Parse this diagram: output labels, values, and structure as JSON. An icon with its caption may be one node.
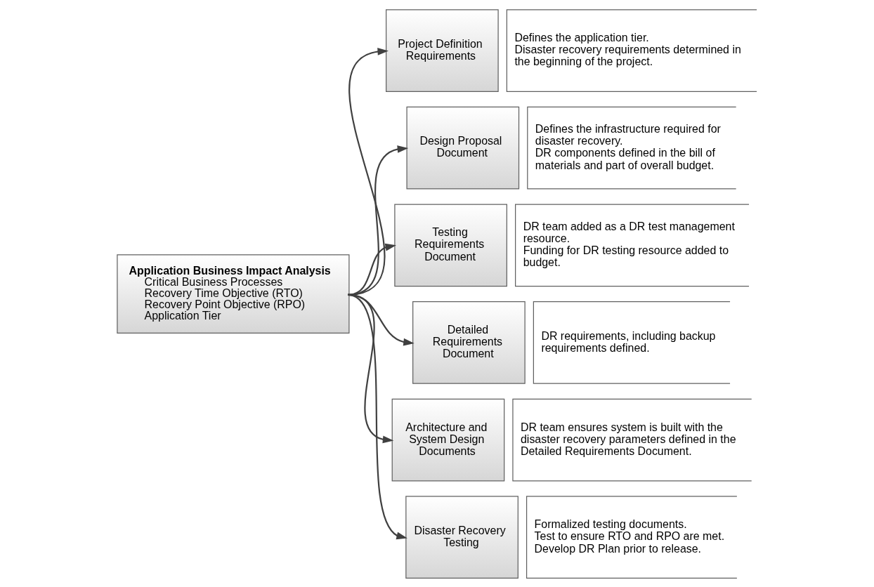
{
  "diagram": {
    "nodes": [
      {
        "text": [
          "Application Business Impact Analysis",
          "Critical Business Processes",
          "Recovery Time Objective (RTO)",
          "Recovery Point Objective (RPO)",
          "Application Tier"
        ]
      },
      {
        "text": [
          "Project Definition Requirements",
          "Defines the application tier.",
          "Disaster recovery requirements determined in the beginning of the project."
        ]
      },
      {
        "text": [
          "Design Proposal Document",
          "Defines the infrastructure required for disaster recovery.",
          "DR components defined in the bill of materials and part of overall budget."
        ]
      },
      {
        "text": [
          "Testing Requirements Document",
          "DR team added as a DR test management resource.",
          "Funding for DR testing resource added to budget."
        ]
      },
      {
        "text": [
          "Detailed Requirements Document",
          "DR requirements, including backup requirements defined."
        ]
      },
      {
        "text": [
          "Architecture and System Design Documents",
          "DR team ensures system is built with the disaster recovery parameters defined in the Detailed Requirements Document."
        ]
      },
      {
        "text": [
          "Disaster Recovery Testing",
          "Formalized testing documents.",
          "Test to ensure RTO and RPO are met.",
          "Develop DR Plan prior to release."
        ]
      }
    ],
    "edges": [
      {
        "from": 0,
        "to": 1,
        "arrow": "to"
      },
      {
        "from": 0,
        "to": 2,
        "arrow": "to"
      },
      {
        "from": 0,
        "to": 3,
        "arrow": "to"
      },
      {
        "from": 0,
        "to": 4,
        "arrow": "to"
      },
      {
        "from": 0,
        "to": 5,
        "arrow": "to"
      },
      {
        "from": 0,
        "to": 6,
        "arrow": "to"
      }
    ]
  }
}
